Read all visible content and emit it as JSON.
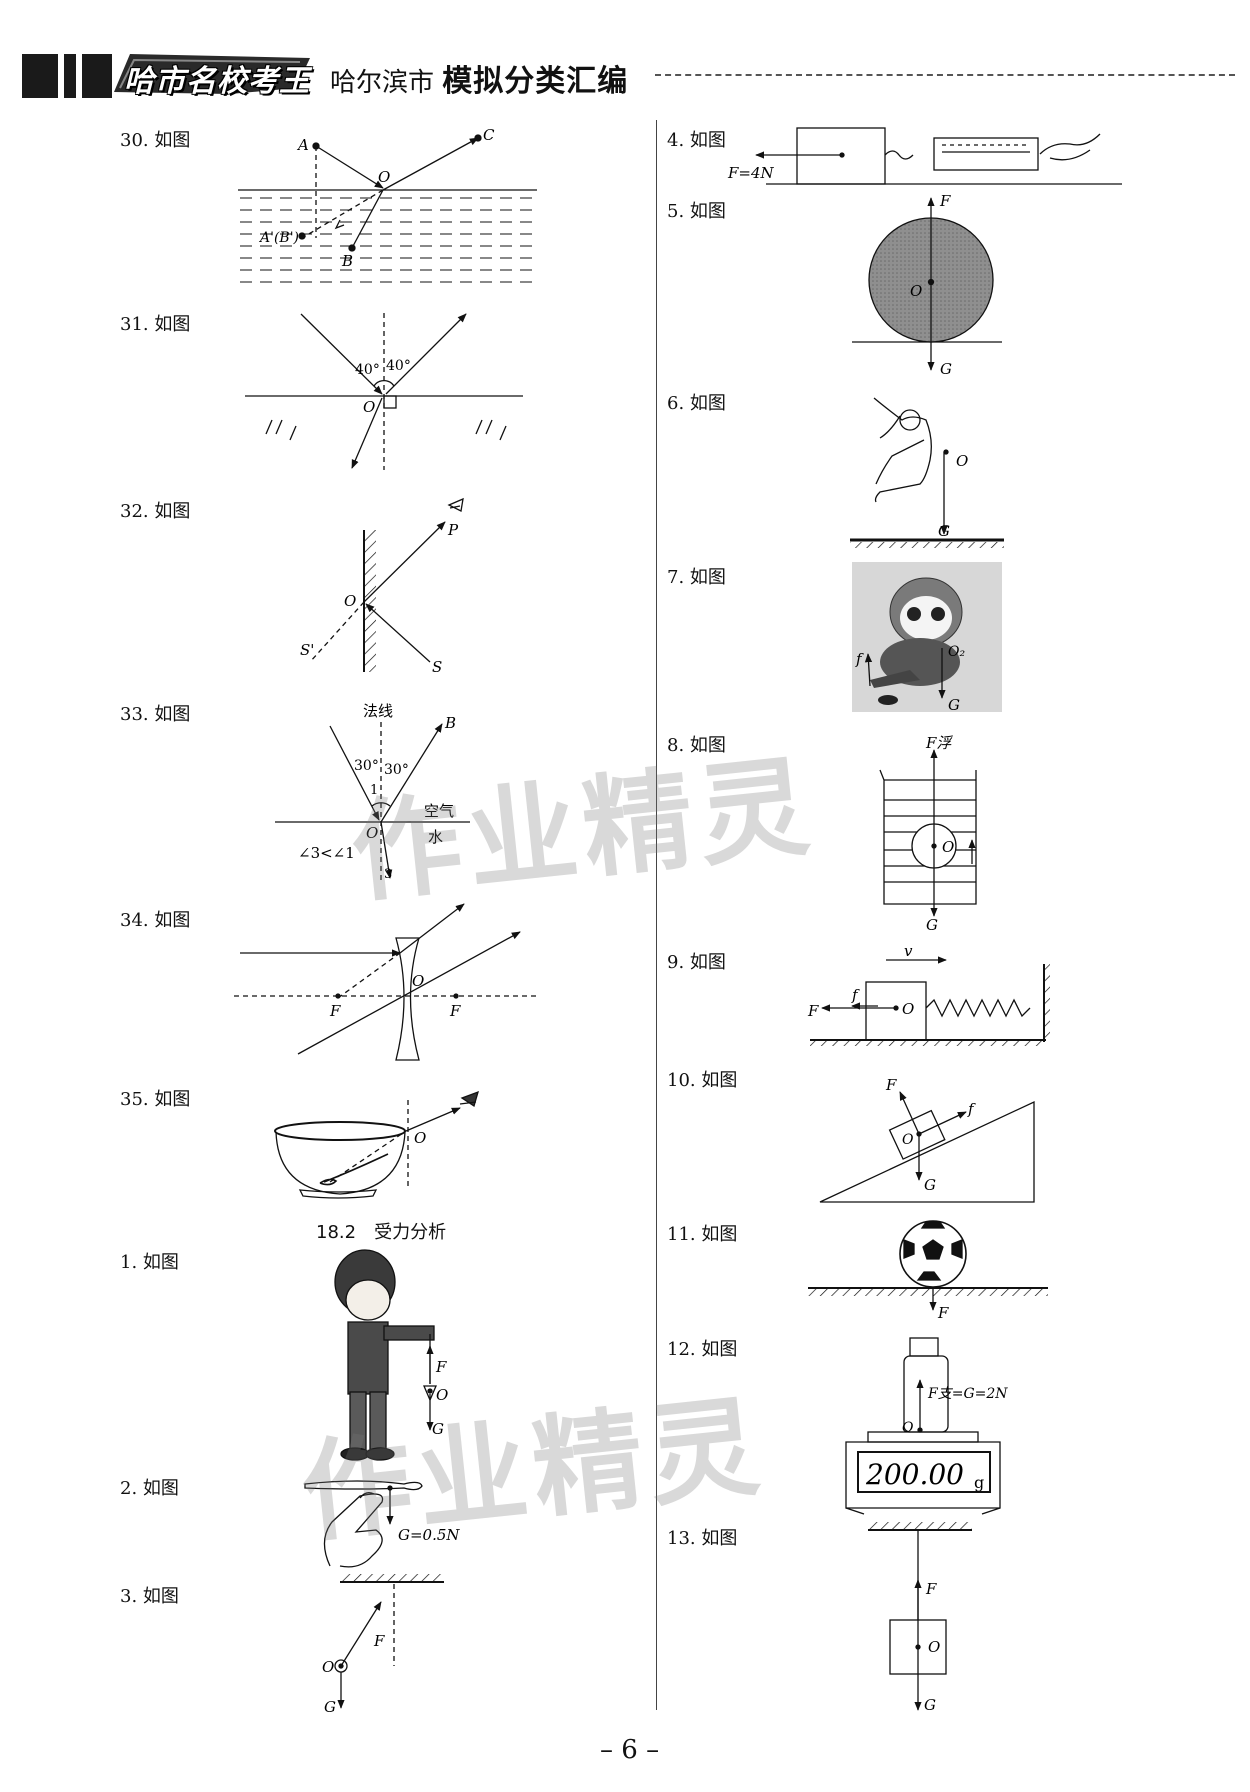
{
  "header": {
    "logo_text": "哈市名校考王",
    "city": "哈尔滨市",
    "series": "模拟分类汇编"
  },
  "left_items": [
    {
      "label": "30. 如图"
    },
    {
      "label": "31. 如图"
    },
    {
      "label": "32. 如图"
    },
    {
      "label": "33. 如图"
    },
    {
      "label": "34. 如图"
    },
    {
      "label": "35. 如图"
    }
  ],
  "section": {
    "title": "18.2　受力分析"
  },
  "left_items2": [
    {
      "label": "1. 如图"
    },
    {
      "label": "2. 如图"
    },
    {
      "label": "3. 如图"
    }
  ],
  "right_items": [
    {
      "label": "4. 如图"
    },
    {
      "label": "5. 如图"
    },
    {
      "label": "6. 如图"
    },
    {
      "label": "7. 如图"
    },
    {
      "label": "8. 如图"
    },
    {
      "label": "9. 如图"
    },
    {
      "label": "10. 如图"
    },
    {
      "label": "11. 如图"
    },
    {
      "label": "12. 如图"
    },
    {
      "label": "13. 如图"
    }
  ],
  "figure_labels": {
    "f30": {
      "a": "A",
      "c": "C",
      "o": "O",
      "ab": "A'(B')",
      "b": "B"
    },
    "f31": {
      "angle1": "40°",
      "angle2": "40°",
      "o": "O"
    },
    "f32": {
      "p": "P",
      "o": "O",
      "s_prime": "S'",
      "s": "S"
    },
    "f33": {
      "normal": "法线",
      "b": "B",
      "a1": "30°",
      "a2": "30°",
      "one": "1",
      "air": "空气",
      "water": "水",
      "o": "O",
      "rel": "∠3<∠1",
      "three": "3"
    },
    "f34": {
      "o": "O",
      "f1": "F",
      "f2": "F"
    },
    "f35": {
      "o": "O"
    },
    "f1": {
      "f": "F",
      "o": "O",
      "g": "G"
    },
    "f2": {
      "g": "G=0.5N"
    },
    "f3": {
      "o": "O",
      "f": "F",
      "g": "G"
    },
    "f4": {
      "f": "F=4N"
    },
    "f5": {
      "f": "F",
      "o": "O",
      "g": "G"
    },
    "f6": {
      "o": "O",
      "g": "G"
    },
    "f7": {
      "f": "f",
      "o": "O₂",
      "g": "G"
    },
    "f8": {
      "f": "F浮",
      "o": "O",
      "g": "G"
    },
    "f9": {
      "v": "v",
      "F": "F",
      "f": "f",
      "o": "O"
    },
    "f10": {
      "F": "F",
      "f": "f",
      "o": "O",
      "g": "G"
    },
    "f11": {
      "f": "F"
    },
    "f12": {
      "force": "F支=G=2N",
      "o": "O",
      "display": "200.00",
      "unit": "g"
    },
    "f13": {
      "f": "F",
      "o": "O",
      "g": "G"
    }
  },
  "watermark": "作业精灵",
  "page_number": "– 6 –"
}
